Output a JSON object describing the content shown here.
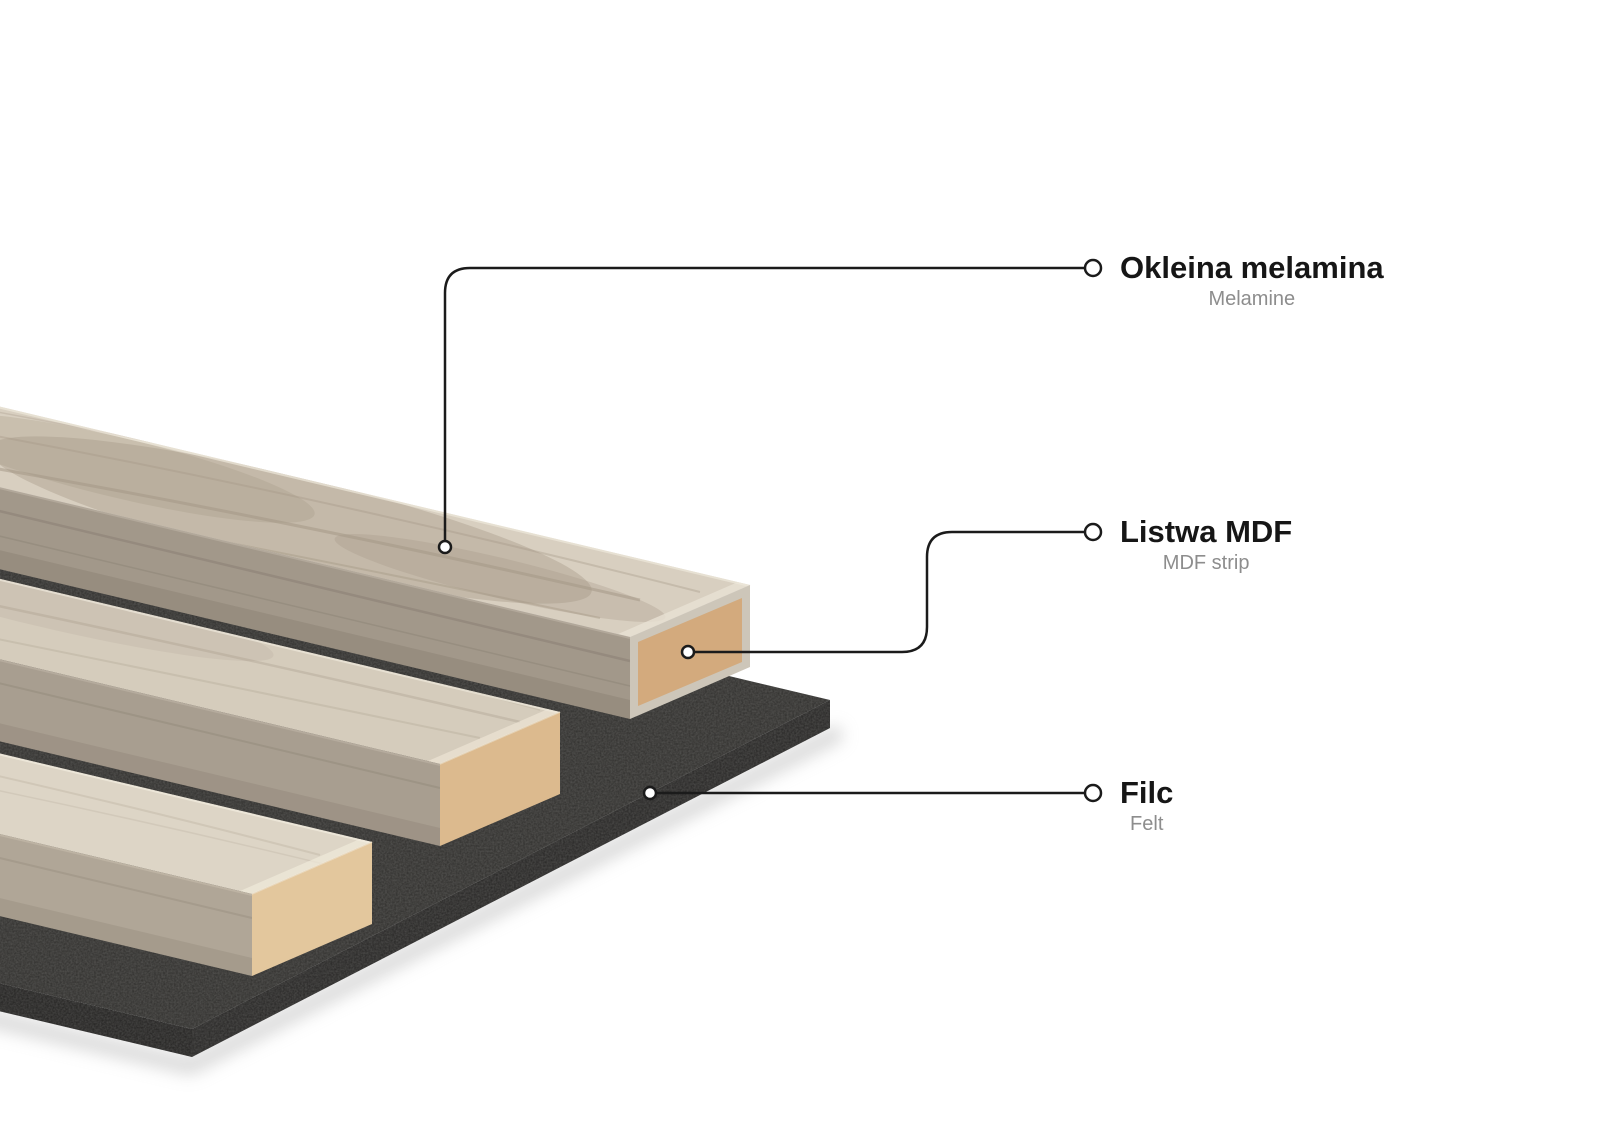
{
  "callouts": [
    {
      "id": "melamine",
      "label": "Okleina melamina",
      "sublabel": "Melamine"
    },
    {
      "id": "mdf",
      "label": "Listwa MDF",
      "sublabel": "MDF strip"
    },
    {
      "id": "felt",
      "label": "Filc",
      "sublabel": "Felt"
    }
  ],
  "colors": {
    "background": "#ffffff",
    "line": "#1b1b1b",
    "label_text": "#161616",
    "sublabel_text": "#8d8d8d",
    "wood_top_1": "#d8cfc0",
    "wood_top_2": "#d5ccbc",
    "wood_top_3": "#ddd5c6",
    "wood_grain": "#a29683",
    "wood_side_1": "#a2988a",
    "wood_side_2": "#a89e90",
    "wood_side_3": "#b0a697",
    "melamine_wrap": "#cdc6b9",
    "mdf_core_1": "#d3aa7d",
    "mdf_core_2": "#dcba8e",
    "mdf_core_3": "#e3c79d",
    "felt_top": "#2f2e2c",
    "felt_end": "#262524",
    "felt_front": "#222120",
    "shadow": "#bdbdbd"
  }
}
